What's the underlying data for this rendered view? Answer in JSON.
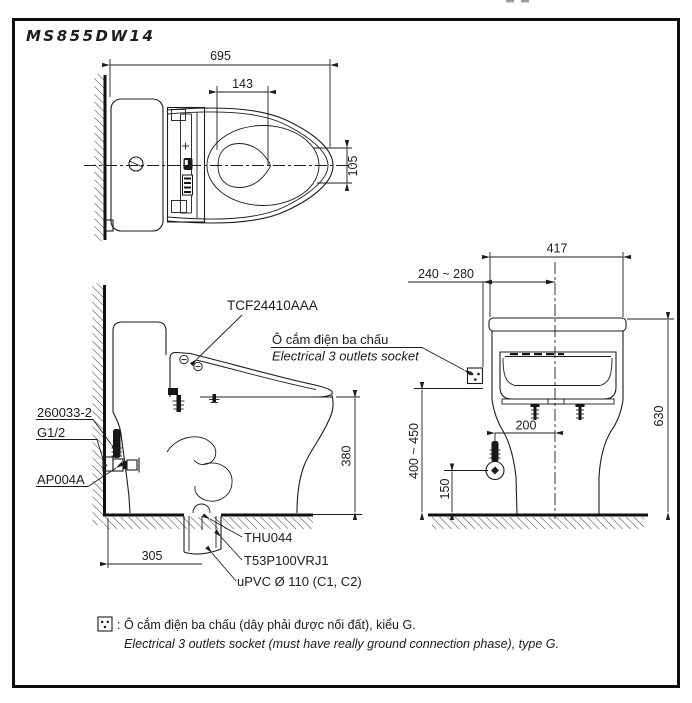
{
  "title": "MS855DW14",
  "colors": {
    "title_text": "#2b3f63",
    "line": "#1d1d1d",
    "background": "#ffffff"
  },
  "dimensions": {
    "d695": "695",
    "d143": "143",
    "d105": "105",
    "d380": "380",
    "d305": "305",
    "d417": "417",
    "d240_280": "240 ~ 280",
    "d630": "630",
    "d400_450": "400 ~ 450",
    "d150": "150",
    "d200": "200"
  },
  "labels": {
    "seat_model": "TCF24410AAA",
    "socket_vi": "Ô cắm điện ba chấu",
    "socket_en": "Electrical 3 outlets socket",
    "supply_part": "260033-2",
    "thread": "G1/2",
    "valve_model": "AP004A",
    "flange": "THU044",
    "drain_part": "T53P100VRJ1",
    "pipe": "uPVC Ø 110 (C1, C2)"
  },
  "note": {
    "vi": ": Ô cắm điện ba chấu (dây phải được nối đất), kiểu G.",
    "en": "Electrical 3 outlets socket (must have really ground connection phase), type G."
  }
}
